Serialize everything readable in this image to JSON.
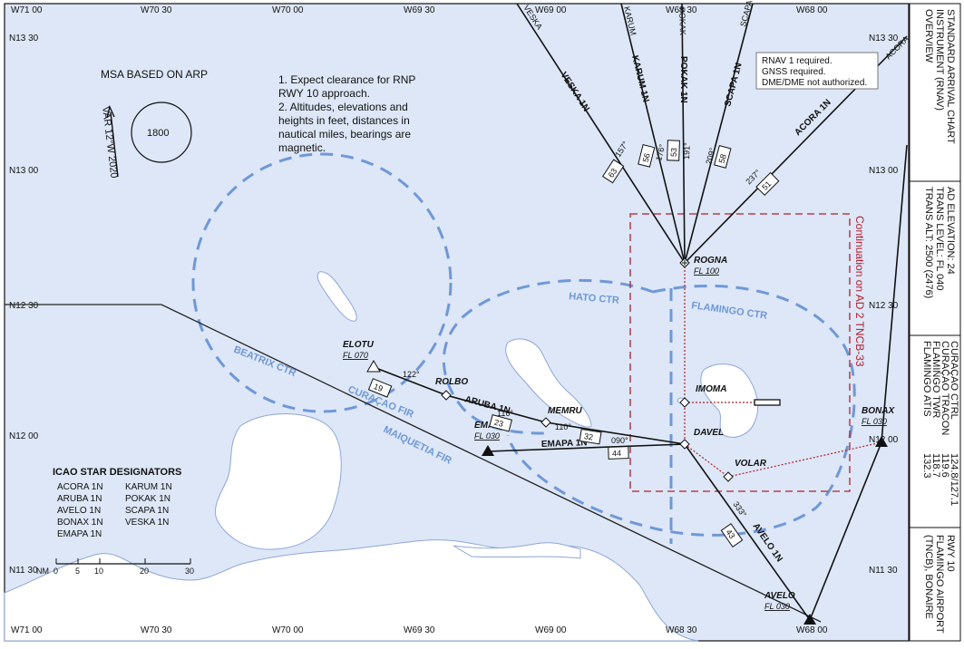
{
  "grid": {
    "top": [
      "W71 00",
      "W70 30",
      "W70 00",
      "W69 30",
      "W69 00",
      "W68 30",
      "W68 00"
    ],
    "bottom": [
      "W71 00",
      "W70 30",
      "W70 00",
      "W69 30",
      "W69 00",
      "W68 30",
      "W68 00"
    ],
    "left": [
      "N13 30",
      "N13 00",
      "N12 30",
      "N12 00",
      "N11 30"
    ],
    "right": [
      "N13 30",
      "N13 00",
      "N12 30",
      "N12 00",
      "N11 30"
    ]
  },
  "msa": {
    "title": "MSA BASED ON ARP",
    "value": "1800",
    "var": "VAR 12°W 2020"
  },
  "notes": [
    "1.  Expect clearance for RNP",
    "     RWY 10 approach.",
    "2.  Altitudes, elevations and",
    "     heights in feet, distances in",
    "     nautical miles, bearings are",
    "     magnetic."
  ],
  "rnav_box": [
    "RNAV 1 required.",
    "GNSS required.",
    "DME/DME not authorized."
  ],
  "designators": {
    "title": "ICAO STAR DESIGNATORS",
    "col1": [
      "ACORA 1N",
      "ARUBA 1N",
      "AVELO 1N",
      "BONAX 1N",
      "EMAPA 1N"
    ],
    "col2": [
      "KARUM 1N",
      "POKAK 1N",
      "SCAPA 1N",
      "VESKA 1N"
    ]
  },
  "scale": {
    "label": "NM",
    "ticks": [
      "0",
      "5",
      "10",
      "20",
      "30"
    ]
  },
  "fixes": {
    "rogna": "ROGNA",
    "rogna_fl": "FL 100",
    "elotu": "ELOTU",
    "elotu_fl": "FL 070",
    "rolbo": "ROLBO",
    "memru": "MEMRU",
    "emapa": "EMAPA",
    "emapa_fl": "FL 030",
    "imoma": "IMOMA",
    "davel": "DAVEL",
    "volar": "VOLAR",
    "bonax": "BONAX",
    "bonax_fl": "FL 030",
    "avelo": "AVELO",
    "avelo_fl": "FL 030"
  },
  "routes": {
    "veska": "VESKA 1N",
    "karum": "KARUM 1N",
    "pokak": "POKAK 1N",
    "scapa": "SCAPA 1N",
    "acora": "ACORA 1N",
    "aruba": "ARUBA 1N",
    "emapa": "EMAPA 1N",
    "avelo": "AVELO 1N"
  },
  "top_stubs": [
    "VESKA",
    "KARUM",
    "POKAK",
    "SCAPA",
    "ACORA"
  ],
  "bearings": {
    "veska": "157°",
    "karum": "176°",
    "pokak": "191°",
    "scapa": "209°",
    "acora": "237°",
    "elotu": "122°",
    "rolbo": "116°",
    "memru": "110°",
    "emapa": "090°",
    "avelo": "333°"
  },
  "distances": {
    "veska": "63",
    "karum": "56",
    "pokak": "53",
    "scapa": "58",
    "acora": "51",
    "elotu": "19",
    "rolbo": "23",
    "memru": "32",
    "emapa": "44",
    "avelo": "43"
  },
  "airspace": {
    "beatrix": "BEATRIX CTR",
    "curacao_fir": "CURAÇAO FIR",
    "maiquetia_fir": "MAIQUETIA FIR",
    "hato": "HATO CTR",
    "flamingo": "FLAMINGO CTR"
  },
  "continuation": "Continuation on AD 2 TNCB-33",
  "panels": {
    "title": [
      "STANDARD ARRIVAL CHART",
      "INSTRUMENT (RNAV)",
      "OVERVIEW"
    ],
    "ad": [
      "AD ELEVATION: 24",
      "TRANS LEVEL: FL 040",
      "TRANS ALT: 2500 (2476)"
    ],
    "comms_left": [
      "CURAÇAO CTRL",
      "CURAÇAO TRACON",
      "FLAMINGO TWR",
      "FLAMINGO ATIS"
    ],
    "comms_right": [
      "124.8/127.1",
      "119.6",
      "118.7",
      "132.3"
    ],
    "airport": [
      "RWY 10",
      "FLAMINGO AIRPORT",
      "(TNCB), BONAIRE"
    ]
  }
}
